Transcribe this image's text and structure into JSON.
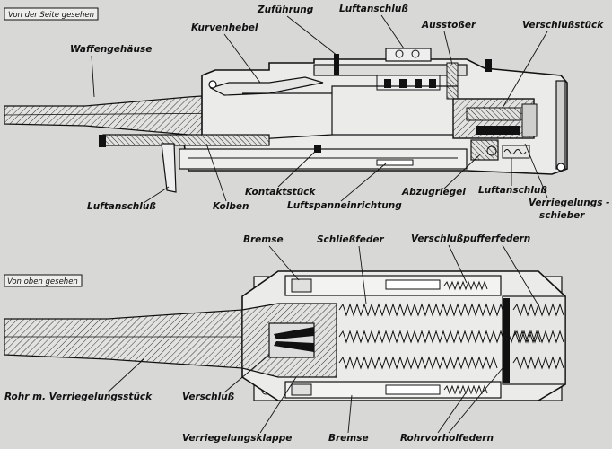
{
  "views": {
    "side": "Von der Seite gesehen",
    "top": "Von oben gesehen"
  },
  "side_labels": {
    "waffengehaeuse": "Waffengehäuse",
    "kurvenhebel": "Kurvenhebel",
    "zufuehrung": "Zuführung",
    "luftanschluss_top": "Luftanschluß",
    "ausstosser": "Ausstoßer",
    "verschlussstueck": "Verschlußstück",
    "luftanschluss_left": "Luftanschluß",
    "kolben": "Kolben",
    "kontaktstueck": "Kontaktstück",
    "luftspanneinrichtung": "Luftspanneinrichtung",
    "abzugriegel": "Abzugriegel",
    "luftanschluss_right": "Luftanschluß",
    "verriegelungs_line1": "Verriegelungs -",
    "verriegelungs_line2": "schieber"
  },
  "top_labels": {
    "bremse_top": "Bremse",
    "schliessfeder": "Schließfeder",
    "verschlusspufferfedern": "Verschlußpufferfedern",
    "rohr": "Rohr m. Verriegelungsstück",
    "verschluss": "Verschluß",
    "verriegelungsklappe": "Verriegelungsklappe",
    "bremse_bottom": "Bremse",
    "rohrvorholfedern": "Rohrvorholfedern"
  }
}
